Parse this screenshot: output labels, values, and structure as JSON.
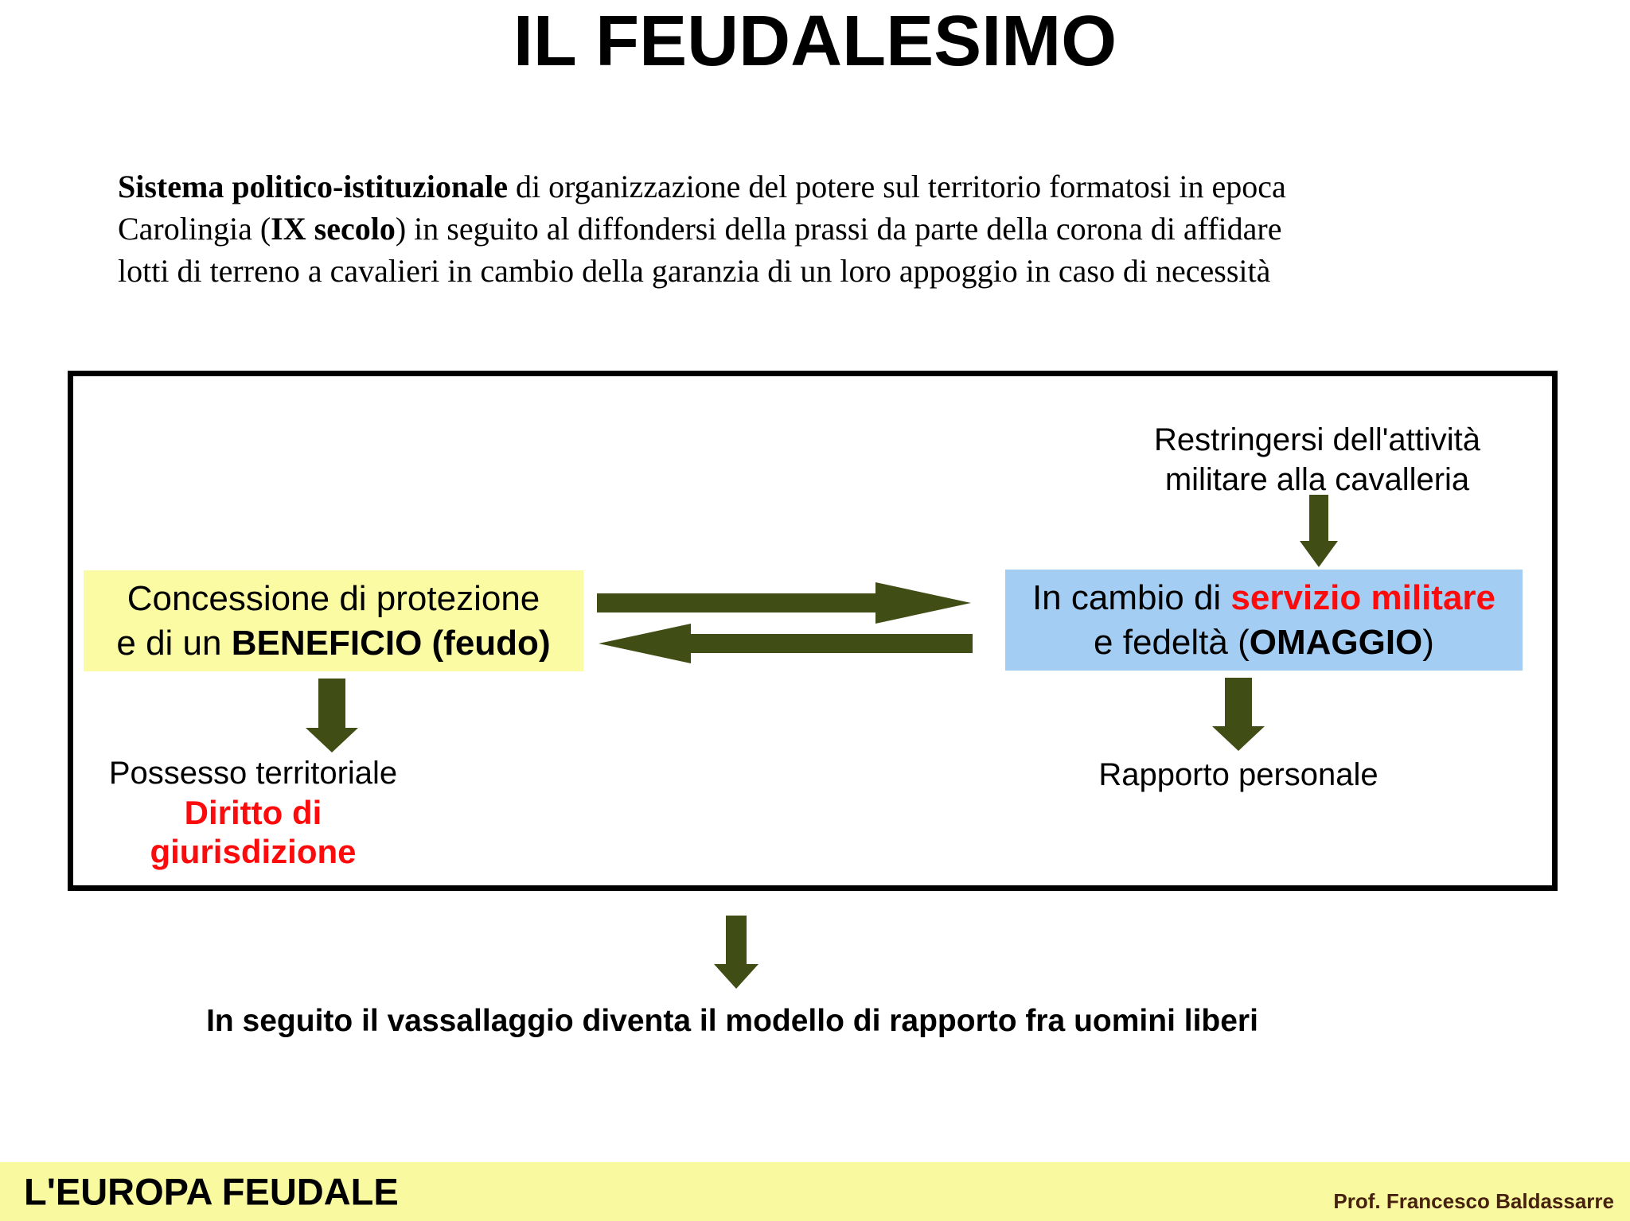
{
  "slide": {
    "title": "IL FEUDALESIMO"
  },
  "intro": {
    "l1_bold": "Sistema politico-istituzionale",
    "l1_rest": "  di organizzazione del potere sul territorio formatosi in epoca",
    "l2_a": "Carolingia (",
    "l2_bold": "IX secolo",
    "l2_b": ") in seguito al diffondersi della prassi da parte della corona di affidare",
    "l3": "lotti di terreno a cavalieri in cambio della garanzia di un loro appoggio in caso di necessità"
  },
  "diagram": {
    "cavalry_note_l1": "Restringersi dell'attività",
    "cavalry_note_l2": "militare alla cavalleria",
    "benefit_box": {
      "l1": "Concessione di protezione",
      "l2_a": "e di un ",
      "l2_bold": "BENEFICIO (feudo)"
    },
    "service_box": {
      "l1_a": "In cambio di ",
      "l1_red": "servizio militare",
      "l2_a": "e fedeltà (",
      "l2_bold": "OMAGGIO",
      "l2_b": ")"
    },
    "territorial_l1": "Possesso territoriale",
    "territorial_l2": "Diritto di giurisdizione",
    "personal": "Rapporto personale",
    "icons": {
      "exchange_give": "right-arrow",
      "exchange_return": "left-arrow",
      "cavalry_flow": "down-arrow",
      "benefit_flow": "down-arrow",
      "service_flow": "down-arrow",
      "conclusion_flow": "down-arrow"
    }
  },
  "conclusion": "In seguito il vassallaggio diventa il modello di rapporto fra uomini liberi",
  "footer": {
    "series_title": "L'EUROPA FEUDALE",
    "author": "Prof. Francesco Baldassarre"
  },
  "colors": {
    "arrow": "#404d14",
    "benefit_box_bg": "#fbfba3",
    "service_box_bg": "#a4cdf3",
    "red_text": "#fb0b0b",
    "footer_bg": "#f9f9a0",
    "author_text": "#47220e",
    "frame_border": "#000000"
  }
}
